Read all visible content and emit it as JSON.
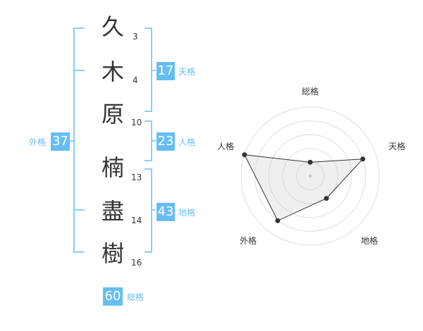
{
  "name": {
    "chars": [
      {
        "char": "久",
        "strokes": "3"
      },
      {
        "char": "木",
        "strokes": "4"
      },
      {
        "char": "原",
        "strokes": "10"
      },
      {
        "char": "楠",
        "strokes": "13"
      },
      {
        "char": "盡",
        "strokes": "14"
      },
      {
        "char": "樹",
        "strokes": "16"
      }
    ]
  },
  "fortunes": {
    "tenkaku": {
      "value": "17",
      "label": "天格"
    },
    "jinkaku": {
      "value": "23",
      "label": "人格"
    },
    "chikaku": {
      "value": "43",
      "label": "地格"
    },
    "gaikaku": {
      "value": "37",
      "label": "外格"
    },
    "soukaku": {
      "value": "60",
      "label": "総格"
    }
  },
  "chart_data": {
    "type": "radar",
    "axes": [
      "総格",
      "天格",
      "地格",
      "外格",
      "人格"
    ],
    "values": [
      1,
      4,
      2,
      4,
      5
    ],
    "max": 5,
    "rings": 5
  },
  "colors": {
    "accent": "#66bdf2",
    "bracket": "#66bdf2",
    "text": "#333333"
  }
}
